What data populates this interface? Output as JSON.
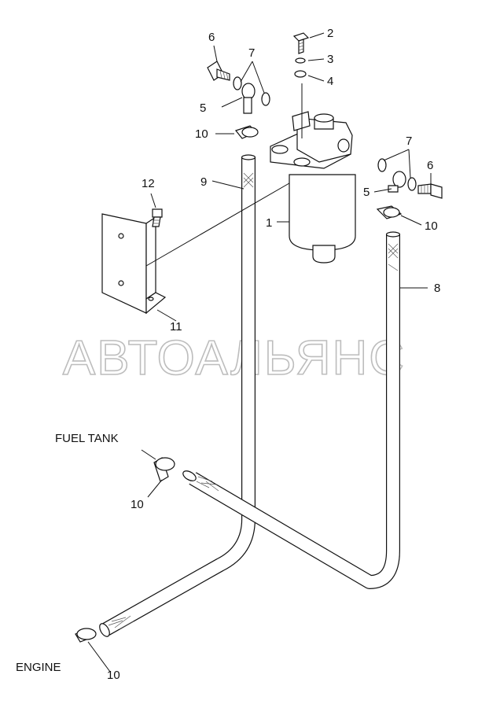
{
  "watermark": "АВТОАЛЬЯНС",
  "callouts": {
    "c1": "1",
    "c2": "2",
    "c3": "3",
    "c4": "4",
    "c5a": "5",
    "c5b": "5",
    "c6a": "6",
    "c6b": "6",
    "c7a": "7",
    "c7b": "7",
    "c8": "8",
    "c9": "9",
    "c10a": "10",
    "c10b": "10",
    "c10c": "10",
    "c10d": "10",
    "c11": "11",
    "c12": "12"
  },
  "labels": {
    "fuel_tank": "FUEL TANK",
    "engine": "ENGINE"
  }
}
